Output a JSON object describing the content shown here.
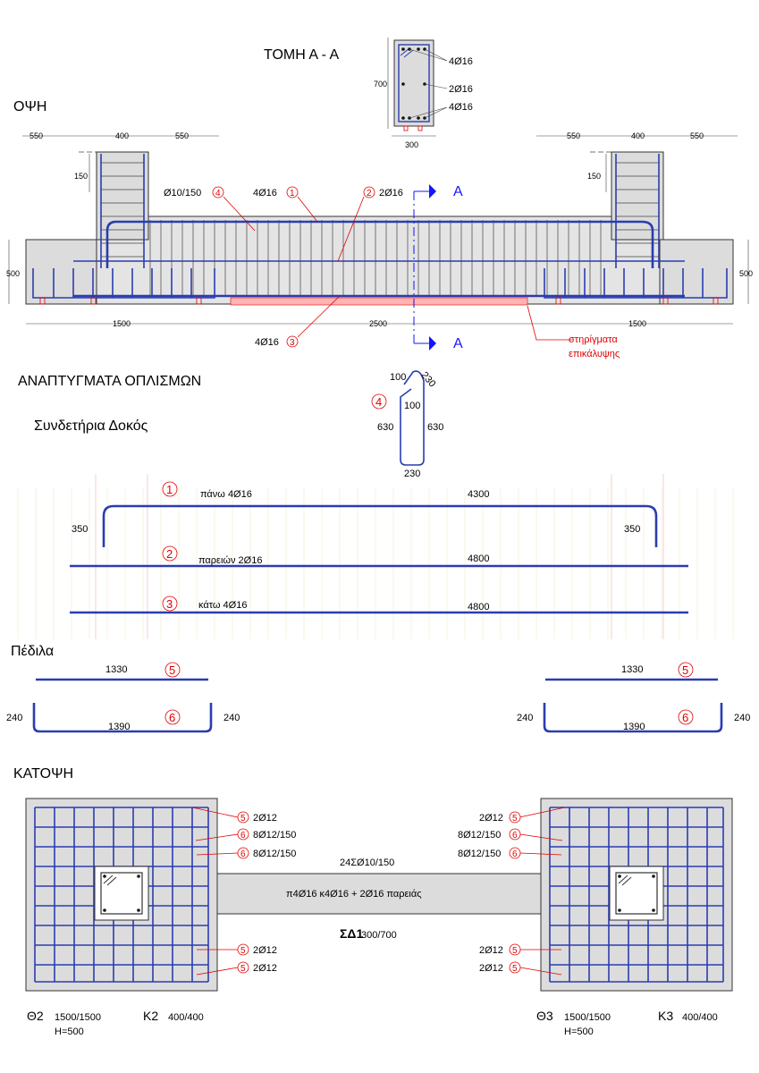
{
  "titles": {
    "section_aa": "ΤΟΜΗ  Α - Α",
    "elevation": "ΟΨΗ",
    "bar_schedule": "ΑΝΑΠΤΥΓΜΑΤΑ ΟΠΛΙΣΜΩΝ",
    "tie_beam": "Συνδετήρια Δοκός",
    "footings": "Πέδιλα",
    "plan": "ΚΑΤΟΨΗ"
  },
  "section": {
    "height": "700",
    "width": "300",
    "top_bars": "4Ø16",
    "side_bars": "2Ø16",
    "bottom_bars": "4Ø16"
  },
  "elevation": {
    "dims_left": [
      "550",
      "400",
      "550"
    ],
    "dims_right": [
      "550",
      "400",
      "550"
    ],
    "col_dim_left": "150",
    "col_dim_right": "150",
    "height_left": "500",
    "height_right": "500",
    "bottom_dims": [
      "1500",
      "2500",
      "1500"
    ],
    "stirrup_label": "Ø10/150",
    "stirrup_mark": "4",
    "top_label": "4Ø16",
    "top_mark": "1",
    "side_mark": "2",
    "side_label": "2Ø16",
    "bottom_label": "4Ø16",
    "bottom_mark": "3",
    "section_mark_top": "A",
    "section_mark_bottom": "A",
    "spacers_line1": "στηρίγματα",
    "spacers_line2": "επικάλυψης"
  },
  "stirrup_shape": {
    "mark": "4",
    "hook_a": "100",
    "hook_b": "230",
    "hook_c": "100",
    "leg_left": "630",
    "leg_right": "630",
    "base": "230"
  },
  "bars": [
    {
      "mark": "1",
      "label": "πάνω 4Ø16",
      "length": "4300",
      "hook_left": "350",
      "hook_right": "350"
    },
    {
      "mark": "2",
      "label": "παρειών 2Ø16",
      "length": "4800"
    },
    {
      "mark": "3",
      "label": "κάτω 4Ø16",
      "length": "4800"
    }
  ],
  "footing_bars": {
    "left": {
      "straight_mark": "5",
      "straight_length": "1330",
      "u_mark": "6",
      "u_length": "1390",
      "u_leg_left": "240",
      "u_leg_right": "240"
    },
    "right": {
      "straight_mark": "5",
      "straight_length": "1330",
      "u_mark": "6",
      "u_length": "1390",
      "u_leg_left": "240",
      "u_leg_right": "240"
    }
  },
  "plan": {
    "left_labels": [
      {
        "mark": "5",
        "text": "2Ø12"
      },
      {
        "mark": "6",
        "text": "8Ø12/150"
      },
      {
        "mark": "6",
        "text": "8Ø12/150"
      },
      {
        "mark": "5",
        "text": "2Ø12"
      },
      {
        "mark": "5",
        "text": "2Ø12"
      }
    ],
    "right_labels": [
      {
        "mark": "5",
        "text": "2Ø12"
      },
      {
        "mark": "6",
        "text": "8Ø12/150"
      },
      {
        "mark": "6",
        "text": "8Ø12/150"
      },
      {
        "mark": "5",
        "text": "2Ø12"
      },
      {
        "mark": "5",
        "text": "2Ø12"
      }
    ],
    "beam_stirrups": "24ΣØ10/150",
    "beam_rebar": "π4Ø16 κ4Ø16 + 2Ø16 παρειάς",
    "beam_name": "ΣΔ1",
    "beam_size": "300/700",
    "footing_left": {
      "name": "Θ2",
      "size": "1500/1500",
      "height": "H=500",
      "column": "Κ2",
      "column_size": "400/400"
    },
    "footing_right": {
      "name": "Θ3",
      "size": "1500/1500",
      "height": "H=500",
      "column": "Κ3",
      "column_size": "400/400"
    }
  },
  "colors": {
    "rebar": "#2a3db0",
    "concrete": "#dcdcdc",
    "annotation": "#e00000",
    "section_marker": "#1515ff"
  }
}
